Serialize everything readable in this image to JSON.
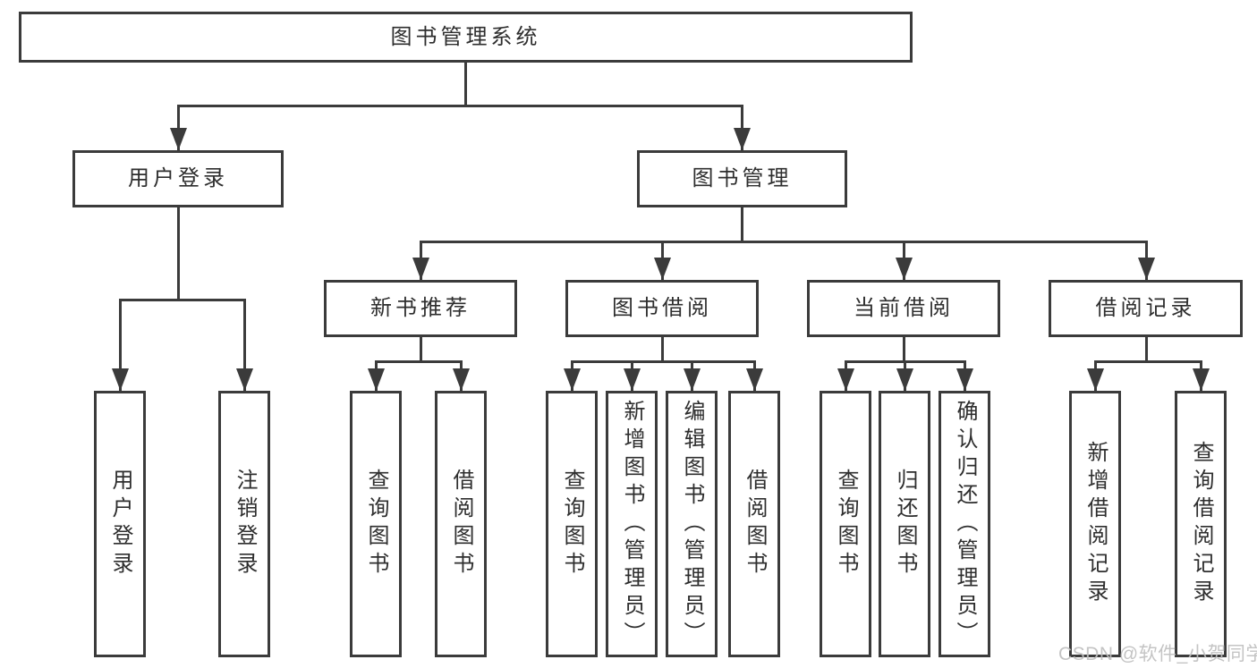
{
  "diagram": {
    "root": {
      "label": "图书管理系统"
    },
    "level2": [
      {
        "label": "用户登录"
      },
      {
        "label": "图书管理"
      }
    ],
    "level3": [
      {
        "label": "新书推荐"
      },
      {
        "label": "图书借阅"
      },
      {
        "label": "当前借阅"
      },
      {
        "label": "借阅记录"
      }
    ],
    "leaves": [
      {
        "label": "用户登录"
      },
      {
        "label": "注销登录"
      },
      {
        "label": "查询图书"
      },
      {
        "label": "借阅图书"
      },
      {
        "label": "查询图书"
      },
      {
        "label": "新增图书（管理员）"
      },
      {
        "label": "编辑图书（管理员）"
      },
      {
        "label": "借阅图书"
      },
      {
        "label": "查询图书"
      },
      {
        "label": "归还图书"
      },
      {
        "label": "确认归还（管理员）"
      },
      {
        "label": "新增借阅记录"
      },
      {
        "label": "查询借阅记录"
      }
    ],
    "watermark": "CSDN @软件_小贺同学",
    "colors": {
      "line": "#3b3b3b",
      "text": "#2e2e2e",
      "watermark": "#bfbfbf"
    }
  }
}
